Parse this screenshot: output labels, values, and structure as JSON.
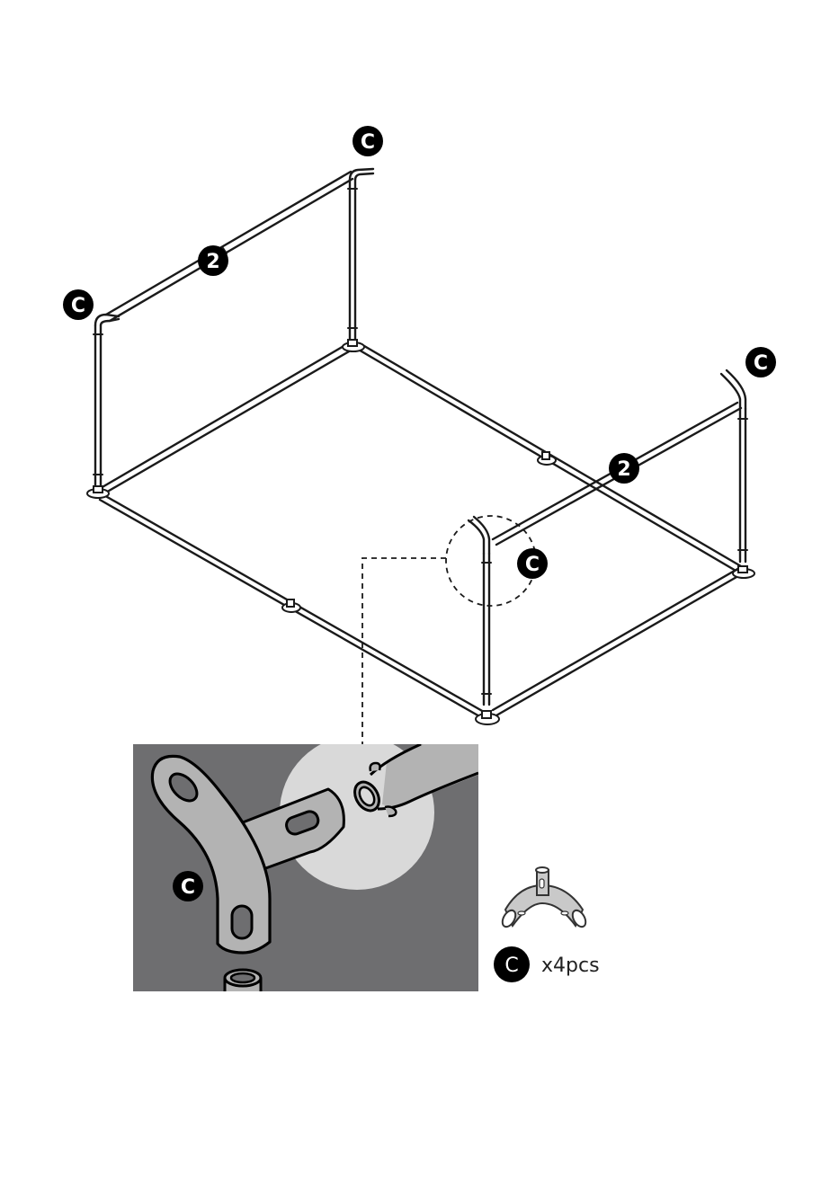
{
  "diagram": {
    "labels": {
      "part_c": "C",
      "part_2": "2"
    },
    "parts_list": {
      "part_letter": "C",
      "quantity": "x4pcs"
    },
    "colors": {
      "line": "#1a1a1a",
      "badge": "#000000",
      "detail_background": "#6e6e70",
      "detail_part": "#b3b3b3",
      "detail_highlight": "#d9d9d9"
    }
  }
}
